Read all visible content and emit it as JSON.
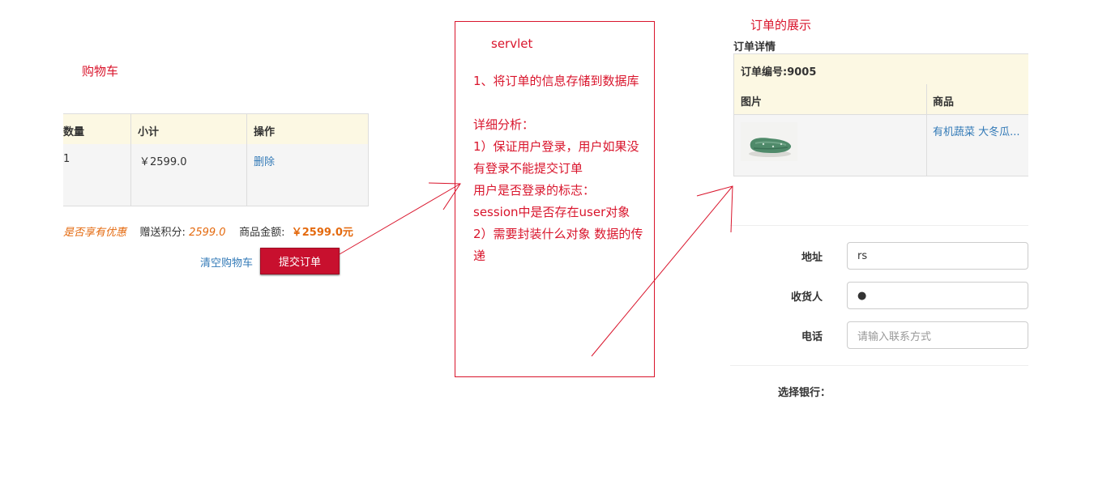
{
  "cart": {
    "title": "购物车",
    "columns": [
      "数量",
      "小计",
      "操作"
    ],
    "row": {
      "qty": "1",
      "subtotal": "￥2599.0",
      "action": "删除"
    },
    "summary": {
      "promo_text": "是否享有优惠",
      "points_label": "赠送积分:",
      "points_value": "2599.0",
      "amount_label": "商品金额:",
      "amount_value": "￥2599.0元"
    },
    "clear_label": "清空购物车",
    "submit_label": "提交订单"
  },
  "servlet_note": {
    "title": "servlet",
    "text": "1、将订单的信息存储到数据库\n\n详细分析：\n1）保证用户登录，用户如果没有登录不能提交订单\n用户是否登录的标志：\nsession中是否存在user对象\n2）需要封装什么对象 数据的传递"
  },
  "order": {
    "display_title": "订单的展示",
    "detail_title": "订单详情",
    "order_number": "订单编号:9005",
    "columns": [
      "图片",
      "商品"
    ],
    "product_name": "有机蔬菜 大冬瓜...",
    "product_image_icon": "winter-melon-image",
    "form": {
      "address_label": "地址",
      "address_value": "rs",
      "receiver_label": "收货人",
      "receiver_value": "●",
      "phone_label": "电话",
      "phone_placeholder": "请输入联系方式"
    },
    "bank_label": "选择银行："
  },
  "colors": {
    "annotation_red": "#d9152c",
    "header_bg": "#fcf8e3",
    "link_blue": "#337ab7",
    "price_orange": "#e46a0f",
    "submit_red": "#c8102e"
  }
}
